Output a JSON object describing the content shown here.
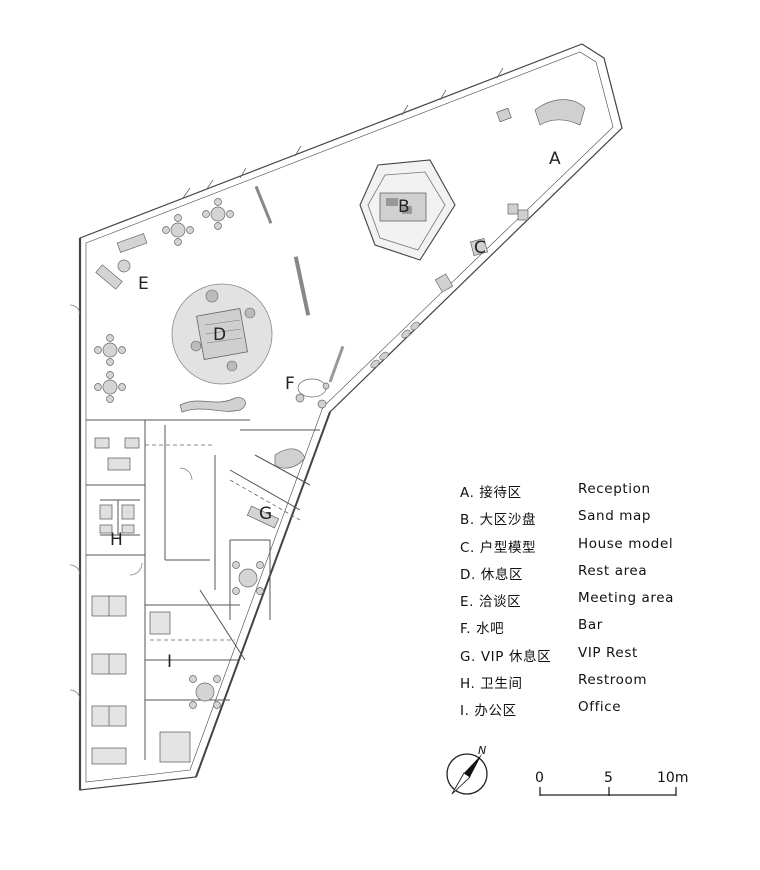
{
  "plan": {
    "room_labels": {
      "A": "A",
      "B": "B",
      "C": "C",
      "D": "D",
      "E": "E",
      "F": "F",
      "G": "G",
      "H": "H",
      "I": "I"
    }
  },
  "legend": [
    {
      "code": "A. 接待区",
      "en": "Reception"
    },
    {
      "code": "B. 大区沙盘",
      "en": "Sand map"
    },
    {
      "code": "C. 户型模型",
      "en": "House model"
    },
    {
      "code": "D.  休息区",
      "en": "Rest area"
    },
    {
      "code": "E.  洽谈区",
      "en": "Meeting area"
    },
    {
      "code": "F.  水吧",
      "en": "Bar"
    },
    {
      "code": "G. VIP 休息区",
      "en": "VIP Rest"
    },
    {
      "code": "H.  卫生间",
      "en": "Restroom"
    },
    {
      "code": "I.  办公区",
      "en": "Office"
    }
  ],
  "north_arrow": {
    "label": "N",
    "icon": "north-arrow-icon"
  },
  "scale_bar": {
    "ticks": [
      "0",
      "5",
      "10m"
    ]
  },
  "colors": {
    "line": "#444444",
    "furniture": "#bdbdbd",
    "rest_area_fill": "#e2e2e2"
  }
}
